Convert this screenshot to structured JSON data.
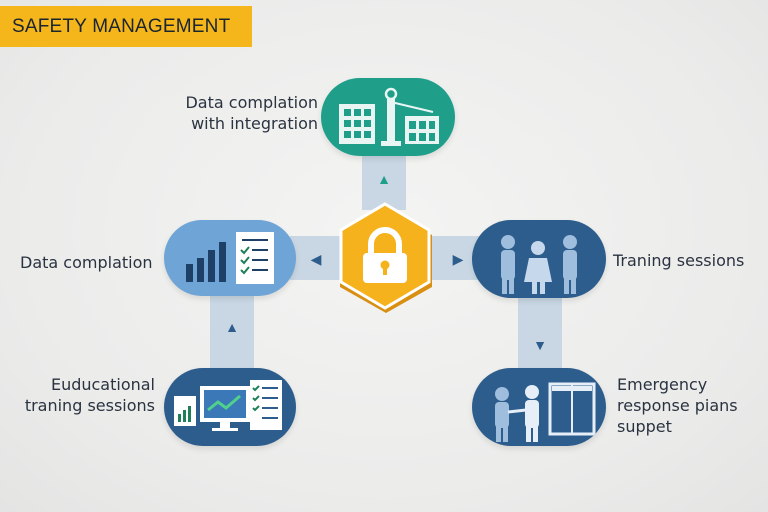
{
  "header": {
    "title": "SAFETY MANAGEMENT"
  },
  "colors": {
    "banner": "#f4b61a",
    "hub": "#f5b21c",
    "teal": "#1f9f8a",
    "light_blue": "#6fa4d6",
    "dark_blue": "#2d5d8c",
    "connector": "#c9d7e4"
  },
  "hub": {
    "icon": "padlock-icon"
  },
  "nodes": {
    "top": {
      "lines": [
        "Data complation",
        "with integration"
      ],
      "icon": "buildings-icon"
    },
    "left": {
      "lines": [
        "Data complation"
      ],
      "icon": "bar-chart-checklist-icon"
    },
    "right": {
      "lines": [
        "Traning sessions"
      ],
      "icon": "people-group-icon"
    },
    "bottom_left": {
      "lines": [
        "Euducational",
        "traning sessions"
      ],
      "icon": "monitor-checklist-icon"
    },
    "bottom_right": {
      "lines": [
        "Emergency",
        "response pians",
        "suppet"
      ],
      "icon": "handshake-door-icon"
    }
  }
}
